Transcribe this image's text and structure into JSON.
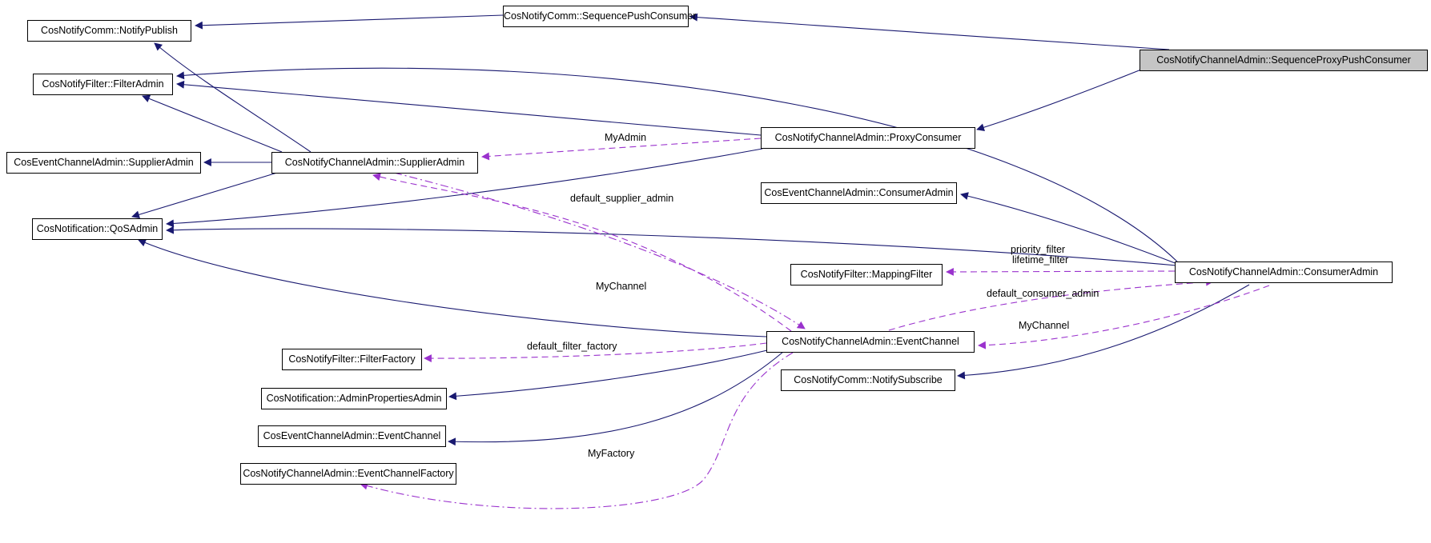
{
  "diagram": {
    "colors": {
      "inheritance_edge": "#191970",
      "usage_edge": "#9a32cd",
      "node_border": "#000000",
      "node_background": "#ffffff",
      "highlight_background": "#c5c5c5"
    },
    "nodes": {
      "notify_publish": {
        "label": "CosNotifyComm::NotifyPublish"
      },
      "sequence_push_consumer": {
        "label": "CosNotifyComm::SequencePushConsumer"
      },
      "sequence_proxy_push_consumer": {
        "label": "CosNotifyChannelAdmin::SequenceProxyPushConsumer",
        "highlighted": true
      },
      "filter_admin": {
        "label": "CosNotifyFilter::FilterAdmin"
      },
      "cos_event_supplier_admin": {
        "label": "CosEventChannelAdmin::SupplierAdmin"
      },
      "supplier_admin": {
        "label": "CosNotifyChannelAdmin::SupplierAdmin"
      },
      "proxy_consumer": {
        "label": "CosNotifyChannelAdmin::ProxyConsumer"
      },
      "cos_event_consumer_admin": {
        "label": "CosEventChannelAdmin::ConsumerAdmin"
      },
      "qos_admin": {
        "label": "CosNotification::QoSAdmin"
      },
      "mapping_filter": {
        "label": "CosNotifyFilter::MappingFilter"
      },
      "consumer_admin": {
        "label": "CosNotifyChannelAdmin::ConsumerAdmin"
      },
      "event_channel": {
        "label": "CosNotifyChannelAdmin::EventChannel"
      },
      "notify_subscribe": {
        "label": "CosNotifyComm::NotifySubscribe"
      },
      "filter_factory": {
        "label": "CosNotifyFilter::FilterFactory"
      },
      "admin_properties_admin": {
        "label": "CosNotification::AdminPropertiesAdmin"
      },
      "cos_event_event_channel": {
        "label": "CosEventChannelAdmin::EventChannel"
      },
      "event_channel_factory": {
        "label": "CosNotifyChannelAdmin::EventChannelFactory"
      }
    },
    "edge_labels": {
      "my_admin": "MyAdmin",
      "default_supplier_admin": "default_supplier_admin",
      "my_channel_supplier": "MyChannel",
      "priority_filter": "priority_filter",
      "lifetime_filter": "lifetime_filter",
      "default_consumer_admin": "default_consumer_admin",
      "my_channel_consumer": "MyChannel",
      "default_filter_factory": "default_filter_factory",
      "my_factory": "MyFactory"
    },
    "edges": [
      {
        "from": "CosNotifyChannelAdmin::SequenceProxyPushConsumer",
        "to": "CosNotifyComm::SequencePushConsumer",
        "type": "inheritance"
      },
      {
        "from": "CosNotifyChannelAdmin::SequenceProxyPushConsumer",
        "to": "CosNotifyChannelAdmin::ProxyConsumer",
        "type": "inheritance"
      },
      {
        "from": "CosNotifyComm::SequencePushConsumer",
        "to": "CosNotifyComm::NotifyPublish",
        "type": "inheritance"
      },
      {
        "from": "CosNotifyChannelAdmin::SupplierAdmin",
        "to": "CosNotifyComm::NotifyPublish",
        "type": "inheritance"
      },
      {
        "from": "CosNotifyChannelAdmin::ProxyConsumer",
        "to": "CosNotifyFilter::FilterAdmin",
        "type": "inheritance"
      },
      {
        "from": "CosNotifyChannelAdmin::ConsumerAdmin",
        "to": "CosNotifyFilter::FilterAdmin",
        "type": "inheritance"
      },
      {
        "from": "CosNotifyChannelAdmin::SupplierAdmin",
        "to": "CosNotifyFilter::FilterAdmin",
        "type": "inheritance"
      },
      {
        "from": "CosNotifyChannelAdmin::SupplierAdmin",
        "to": "CosEventChannelAdmin::SupplierAdmin",
        "type": "inheritance"
      },
      {
        "from": "CosNotifyChannelAdmin::SupplierAdmin",
        "to": "CosNotification::QoSAdmin",
        "type": "inheritance"
      },
      {
        "from": "CosNotifyChannelAdmin::ProxyConsumer",
        "to": "CosNotification::QoSAdmin",
        "type": "inheritance"
      },
      {
        "from": "CosNotifyChannelAdmin::ConsumerAdmin",
        "to": "CosNotification::QoSAdmin",
        "type": "inheritance"
      },
      {
        "from": "CosNotifyChannelAdmin::EventChannel",
        "to": "CosNotification::QoSAdmin",
        "type": "inheritance"
      },
      {
        "from": "CosNotifyChannelAdmin::ConsumerAdmin",
        "to": "CosEventChannelAdmin::ConsumerAdmin",
        "type": "inheritance"
      },
      {
        "from": "CosNotifyChannelAdmin::ConsumerAdmin",
        "to": "CosNotifyComm::NotifySubscribe",
        "type": "inheritance"
      },
      {
        "from": "CosNotifyChannelAdmin::EventChannel",
        "to": "CosNotification::AdminPropertiesAdmin",
        "type": "inheritance"
      },
      {
        "from": "CosNotifyChannelAdmin::EventChannel",
        "to": "CosEventChannelAdmin::EventChannel",
        "type": "inheritance"
      },
      {
        "from": "CosNotifyChannelAdmin::ProxyConsumer",
        "to": "CosNotifyChannelAdmin::SupplierAdmin",
        "type": "usage",
        "label": "MyAdmin"
      },
      {
        "from": "CosNotifyChannelAdmin::EventChannel",
        "to": "CosNotifyChannelAdmin::SupplierAdmin",
        "type": "usage",
        "label": "default_supplier_admin"
      },
      {
        "from": "CosNotifyChannelAdmin::SupplierAdmin",
        "to": "CosNotifyChannelAdmin::EventChannel",
        "type": "usage",
        "label": "MyChannel"
      },
      {
        "from": "CosNotifyChannelAdmin::ConsumerAdmin",
        "to": "CosNotifyFilter::MappingFilter",
        "type": "usage",
        "label": "priority_filter lifetime_filter"
      },
      {
        "from": "CosNotifyChannelAdmin::EventChannel",
        "to": "CosNotifyChannelAdmin::ConsumerAdmin",
        "type": "usage",
        "label": "default_consumer_admin"
      },
      {
        "from": "CosNotifyChannelAdmin::ConsumerAdmin",
        "to": "CosNotifyChannelAdmin::EventChannel",
        "type": "usage",
        "label": "MyChannel"
      },
      {
        "from": "CosNotifyChannelAdmin::EventChannel",
        "to": "CosNotifyFilter::FilterFactory",
        "type": "usage",
        "label": "default_filter_factory"
      },
      {
        "from": "CosNotifyChannelAdmin::EventChannel",
        "to": "CosNotifyChannelAdmin::EventChannelFactory",
        "type": "usage",
        "label": "MyFactory"
      }
    ]
  }
}
